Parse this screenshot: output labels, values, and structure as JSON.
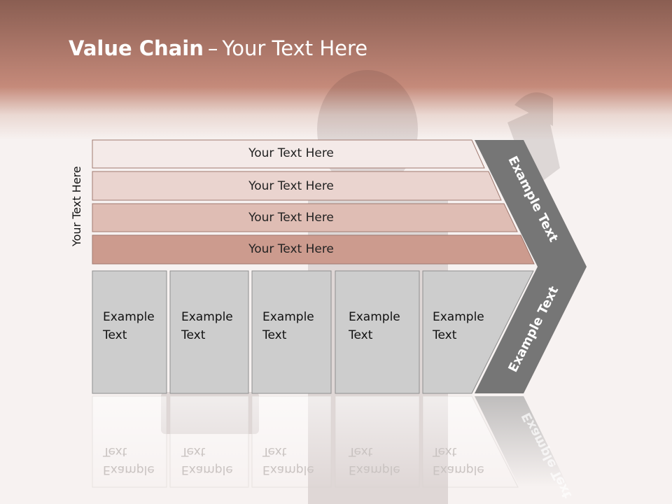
{
  "slide": {
    "title_bold": "Value Chain",
    "title_separator": "–",
    "title_rest": "Your Text Here",
    "vertical_label": "Your Text Here"
  },
  "support_bars": [
    {
      "label": "Your Text Here",
      "fill": "#f4eae8"
    },
    {
      "label": "Your Text Here",
      "fill": "#ead4cf"
    },
    {
      "label": "Your Text Here",
      "fill": "#dfbdb4"
    },
    {
      "label": "Your Text Here",
      "fill": "#cc9b8e"
    }
  ],
  "primary_boxes": [
    {
      "line1": "Example",
      "line2": "Text"
    },
    {
      "line1": "Example",
      "line2": "Text"
    },
    {
      "line1": "Example",
      "line2": "Text"
    },
    {
      "line1": "Example",
      "line2": "Text"
    },
    {
      "line1": "Example",
      "line2": "Text"
    }
  ],
  "arrow": {
    "upper_label": "Example Text",
    "lower_label": "Example Text",
    "reflection_label": "Example Text",
    "fill": "#767676"
  },
  "colors": {
    "header": "#b07a6c",
    "box_fill": "#cdcdcd",
    "box_stroke": "#8e8e8e"
  }
}
